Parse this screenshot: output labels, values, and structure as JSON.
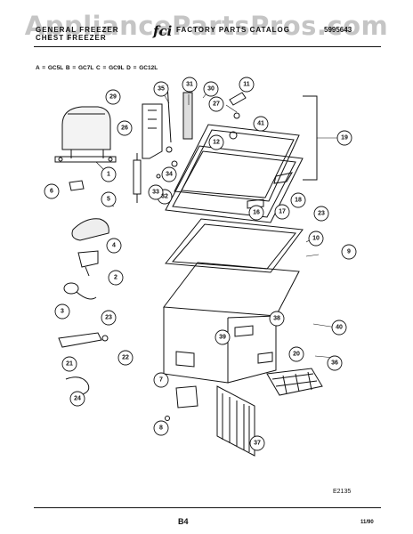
{
  "watermark": "AppliancePartsPros.com",
  "header": {
    "line1": "GENERAL FREEZER",
    "line2": "CHEST FREEZER",
    "logo": "fci",
    "catalog": "FACTORY PARTS CATALOG",
    "publication_number": "5995643"
  },
  "models_legend": "A = GC5L   B = GC7L   C = GC9L   D = GC12L",
  "callouts": [
    "1",
    "2",
    "3",
    "4",
    "5",
    "6",
    "7",
    "8",
    "9",
    "10",
    "11",
    "12",
    "16",
    "17",
    "18",
    "19",
    "20",
    "21",
    "22",
    "23",
    "23",
    "24",
    "26",
    "27",
    "29",
    "30",
    "31",
    "32",
    "33",
    "34",
    "35",
    "36",
    "37",
    "38",
    "39",
    "40",
    "41"
  ],
  "figure_code": "E2135",
  "footer": {
    "page": "B4",
    "date": "11/90"
  },
  "colors": {
    "ink": "#111111",
    "paper": "#ffffff",
    "watermark": "#969696"
  }
}
